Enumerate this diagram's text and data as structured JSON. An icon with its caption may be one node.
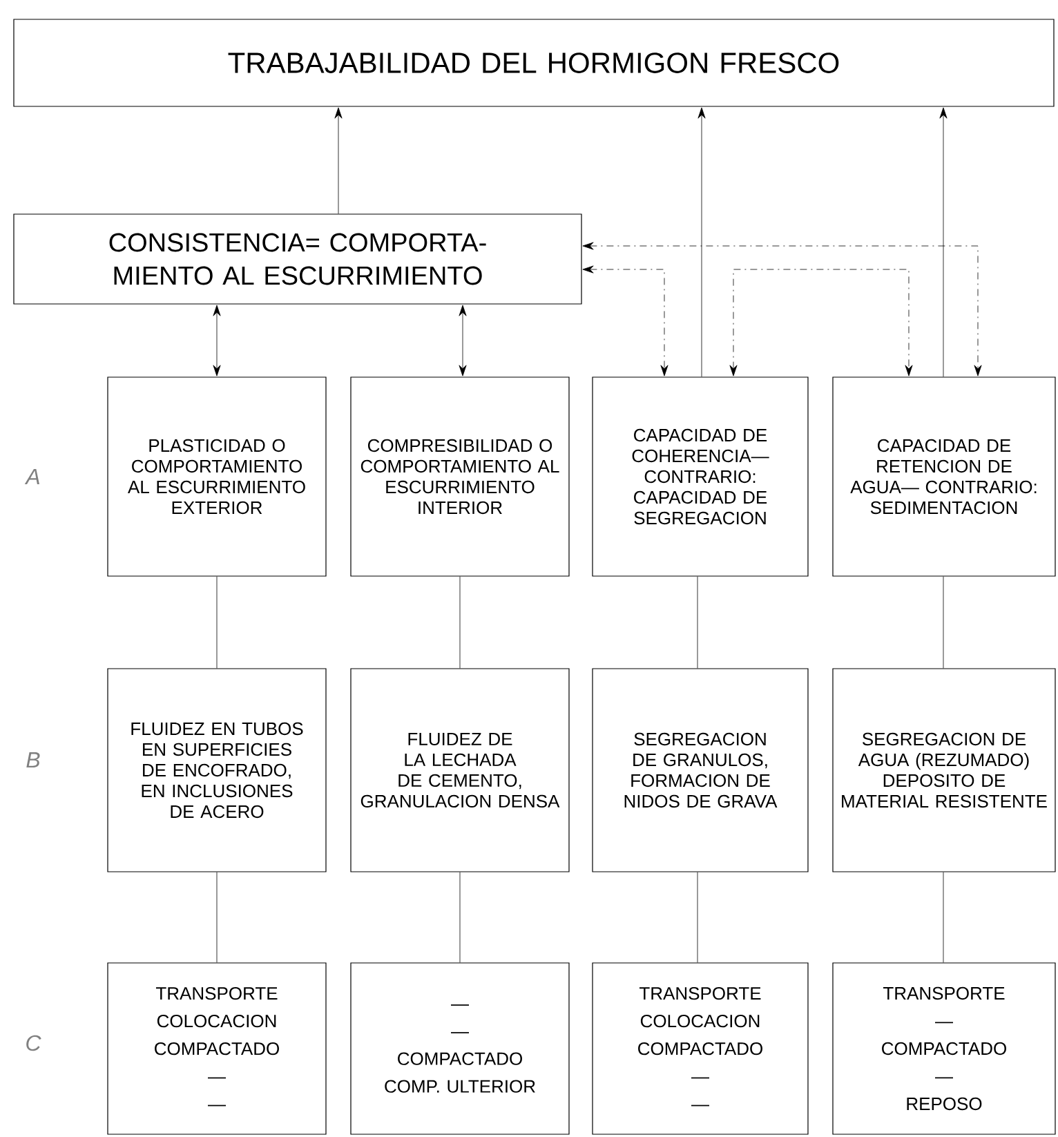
{
  "diagram": {
    "nodes": [
      {
        "text": [
          "TRABAJABILIDAD DEL HORMIGON FRESCO"
        ]
      },
      {
        "text": [
          "CONSISTENCIA= COMPORTA- MIENTO AL ESCURRIMIENTO"
        ]
      },
      {
        "text": [
          "PLASTICIDAD O COMPORTAMIENTO AL ESCURRIMIENTO EXTERIOR"
        ]
      },
      {
        "text": [
          "COMPRESIBILIDAD O COMPORTAMIENTO AL ESCURRIMIENTO INTERIOR"
        ]
      },
      {
        "text": [
          "CAPACIDAD DE COHERENCIA— CONTRARIO: CAPACIDAD DE SEGREGACION"
        ]
      },
      {
        "text": [
          "CAPACIDAD DE RETENCION DE AGUA— CONTRARIO: SEDIMENTACION"
        ]
      },
      {
        "text": [
          "FLUIDEZ EN TUBOS EN SUPERFICIES DE ENCOFRADO, EN INCLUSIONES DE ACERO"
        ]
      },
      {
        "text": [
          "FLUIDEZ DE LA LECHADA DE CEMENTO, GRANULACION DENSA"
        ]
      },
      {
        "text": [
          "SEGREGACION DE GRANULOS, FORMACION DE NIDOS DE GRAVA"
        ]
      },
      {
        "text": [
          "SEGREGACION DE AGUA (REZUMADO) DEPOSITO DE MATERIAL RESISTENTE"
        ]
      },
      {
        "text": [
          "TRANSPORTE",
          "COLOCACION",
          "COMPACTADO",
          "—",
          "—"
        ]
      },
      {
        "text": [
          "—",
          "—",
          "COMPACTADO",
          "COMP. ULTERIOR"
        ]
      },
      {
        "text": [
          "TRANSPORTE",
          "COLOCACION",
          "COMPACTADO",
          "—",
          "—"
        ]
      },
      {
        "text": [
          "TRANSPORTE",
          "—",
          "COMPACTADO",
          "—",
          "REPOSO"
        ]
      }
    ],
    "edges": [
      {
        "from": 1,
        "to": 0,
        "arrow": "to"
      },
      {
        "from": 4,
        "to": 0,
        "arrow": "to"
      },
      {
        "from": 5,
        "to": 0,
        "arrow": "to"
      },
      {
        "from": 1,
        "to": 2,
        "arrow": "both"
      },
      {
        "from": 1,
        "to": 3,
        "arrow": "both"
      },
      {
        "from": 1,
        "to": 4,
        "arrow": "both",
        "style": "dashed"
      },
      {
        "from": 1,
        "to": 5,
        "arrow": "both",
        "style": "dashed"
      },
      {
        "from": 4,
        "to": 5,
        "arrow": "both",
        "style": "dashed"
      },
      {
        "from": 2,
        "to": 6,
        "arrow": "none"
      },
      {
        "from": 3,
        "to": 7,
        "arrow": "none"
      },
      {
        "from": 4,
        "to": 8,
        "arrow": "none"
      },
      {
        "from": 5,
        "to": 9,
        "arrow": "none"
      },
      {
        "from": 6,
        "to": 10,
        "arrow": "none"
      },
      {
        "from": 7,
        "to": 11,
        "arrow": "none"
      },
      {
        "from": 8,
        "to": 12,
        "arrow": "none"
      },
      {
        "from": 9,
        "to": 13,
        "arrow": "none"
      }
    ],
    "labels": [
      "A",
      "B",
      "C"
    ]
  }
}
